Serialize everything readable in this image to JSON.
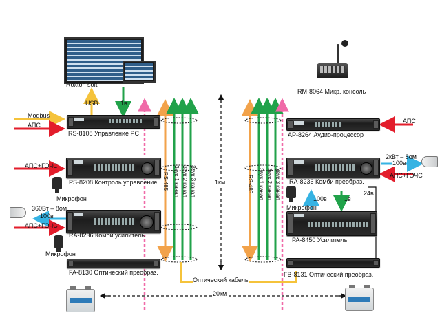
{
  "labels": {
    "roxton_soft": "Roxton soft",
    "usb": "USB",
    "line_1v_top": "1в",
    "modbus": "Modbus",
    "aps_left_top": "АПС",
    "rs8108": "RS-8108 Управление PC",
    "aps_gochs_left1": "АПС+ГОЧС",
    "ps8208": "PS-8208 Контроль управление",
    "mic_left1": "Микрофон",
    "power_360": "360Вт – 8ом",
    "v100_left": "100в",
    "aps_gochs_left2": "АПС+ГОЧС",
    "ra8236_left": "RA-8236 Комби усилитель",
    "mic_left2": "Микрофон",
    "fa8130": "FA-8130 Оптический преобраз.",
    "rs485_left": "RS-485",
    "ch1_left": "Звук 1 канал",
    "ch2_left": "Звук 2 канал",
    "ch3_left": "Звук 3 канал",
    "one_km": "1км",
    "rm8064": "RM-8064 Микр. консоль",
    "ap8264": "AP-8264 Аудио-процессор",
    "aps_right": "АПС",
    "power_2k": "2кВт – 8ом",
    "v100_right_top": "100в",
    "aps_gochs_right": "АПС+ГОЧС",
    "ra8236_right": "RA-8236 Комби преобраз.",
    "mic_right": "Микрофон",
    "v100_right_mid": "100в",
    "line_1v_right": "1в",
    "v24": "24в",
    "pa8450": "PA-8450  Усилитель",
    "fb8131": "FB-8131 Оптический преобраз.",
    "rs485_right": "RS-485",
    "ch1_right": "Звук 1 канал",
    "ch2_right": "Звук 2 канал",
    "ch3_right": "Звук 3 канал",
    "optical_cable": "Оптический кабель",
    "twenty_km": "20км"
  },
  "colors": {
    "orange": "#f2a24a",
    "red": "#e31d2b",
    "green": "#21a24a",
    "blue": "#36b3e3",
    "pink": "#f06aa8",
    "yellow": "#f5c33b",
    "black": "#111111"
  }
}
